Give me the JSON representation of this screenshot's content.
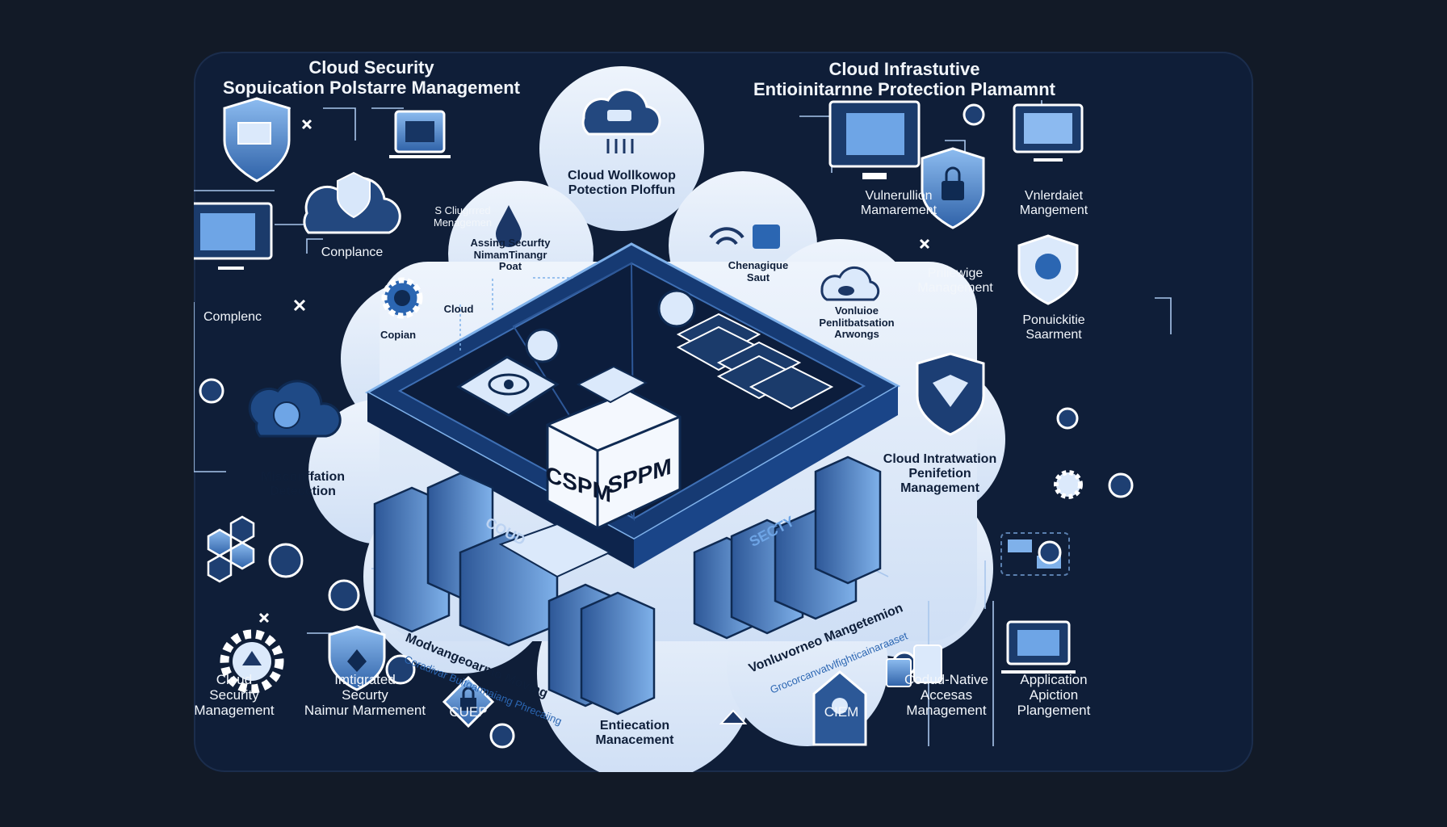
{
  "headings": {
    "top_left": "Cloud Security\nSopuication Polstarre Management",
    "top_right": "Cloud Infrastutive\nEntioinitarnne Protection Plamamnt"
  },
  "central": {
    "cloud_workload": "Cloud Wollkowop\nPotection Ploffun",
    "cspm": "CSPM",
    "sppm": "SPPM",
    "base_left": "COUD",
    "base_right": "SECTY"
  },
  "bubbles": {
    "misconfig": "Misconffation\nDetecction",
    "assign": "Assing Securfty\nNimamTinangr\nPoat",
    "cloud_copian": "Cloud",
    "copian": "Copian",
    "chenagique": "Chenagique\nSaut",
    "vonluioe": "Vonluioe\nPenlitbatsation\nArwongs",
    "cloud_intra": "Cloud Intratwation\nPenifetion\nManagement",
    "modvan": "Modvangeoarmo Moving",
    "modvan_sub": "Coradivar Buitoarmaiang Phrecaiing",
    "vonluvorved": "Vonluvorneo Mangetemion",
    "vonluvorved_sub": "Grocorcanvatvlfighticainaraaset",
    "entieation": "Entiecation\nManacement"
  },
  "outer": {
    "s3": "S Cliugrrred\nMenagemen",
    "conplance": "Conplance",
    "complenc": "Complenc",
    "vulnerulion": "Vulnerullion\nMamarement",
    "vnlerdaiet": "Vnlerdaiet\nMangement",
    "privilege": "Priliewige\nManagement",
    "ponulicitie": "Ponuickitie\nSaarment",
    "cloud_security_mgmt": "Cloud\nSecurity\nManagement",
    "integrated": "Imtigrated\nSecurty\nNaimur Marmement",
    "cuep": "CUEP",
    "ciem": "CIEM",
    "cloud_native": "Codud-Native\nAccesas\nManagement",
    "application": "Application\nApiction\nPlangement"
  },
  "colors": {
    "background": "#121a27",
    "panel": "#0f1e38",
    "bubble": "#dde9f9",
    "accent": "#4d8fd8",
    "navy": "#1c3766",
    "icon_outline": "#ffffff"
  },
  "icons": [
    "shield-document-icon",
    "monitor-icon",
    "cloud-lock-icon",
    "laptop-icon",
    "cloud-icon",
    "gear-icon",
    "cloud-globe-icon",
    "hexagon-cluster-icon",
    "gear-shield-icon",
    "shield-icon",
    "lock-icon",
    "monitor-right-icon",
    "shield-lock-icon",
    "shield-bird-icon",
    "server-stack-icon",
    "building-icon"
  ]
}
